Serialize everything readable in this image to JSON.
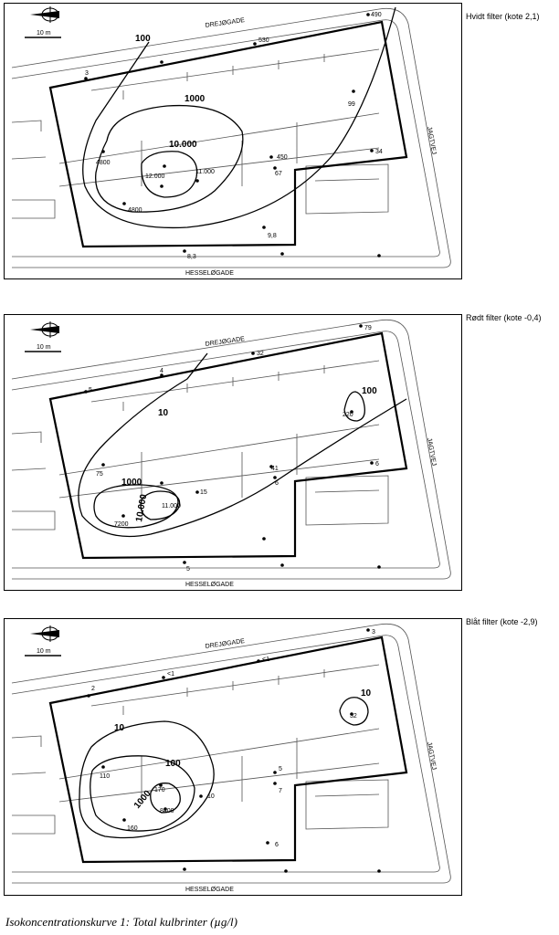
{
  "caption": "Isokoncentrationskurve 1: Total kulbrinter (µg/l)",
  "colors": {
    "line": "#000000",
    "background": "#ffffff",
    "street_line": "#555555"
  },
  "icons": {
    "north_arrow": "north-arrow-icon",
    "sample_point": "sample-point-icon"
  },
  "panels": [
    {
      "title": "Hvidt filter (kote 2,1)",
      "scale_label": "10 m",
      "street_north": "DREJØGADE",
      "street_south": "HESSELØGADE",
      "street_east": "JAGTVEJ",
      "contour_labels": [
        "100",
        "1000",
        "10.000"
      ],
      "sample_values": [
        "490",
        "530",
        "3",
        "99",
        "4800",
        "12.000",
        "11.000",
        "450",
        "67",
        "34",
        "4800",
        "9,8",
        "8,3"
      ]
    },
    {
      "title": "Rødt filter (kote -0,4)",
      "scale_label": "10 m",
      "street_north": "DREJØGADE",
      "street_south": "HESSELØGADE",
      "street_east": "JAGTVEJ",
      "contour_labels": [
        "100",
        "10",
        "1000",
        "10.000"
      ],
      "sample_values": [
        "79",
        "32",
        "4",
        "5",
        "220",
        "41",
        "6",
        "6",
        "75",
        "15",
        "11.000",
        "7200",
        "5"
      ]
    },
    {
      "title": "Blåt filter (kote -2,9)",
      "scale_label": "10 m",
      "street_north": "DREJØGADE",
      "street_south": "HESSELØGADE",
      "street_east": "JAGTVEJ",
      "contour_labels": [
        "10",
        "10",
        "100",
        "1000"
      ],
      "sample_values": [
        "3",
        "<1",
        "<1",
        "2",
        "32",
        "110",
        "5",
        "7",
        "170",
        "10",
        "8400",
        "160",
        "6"
      ]
    }
  ]
}
